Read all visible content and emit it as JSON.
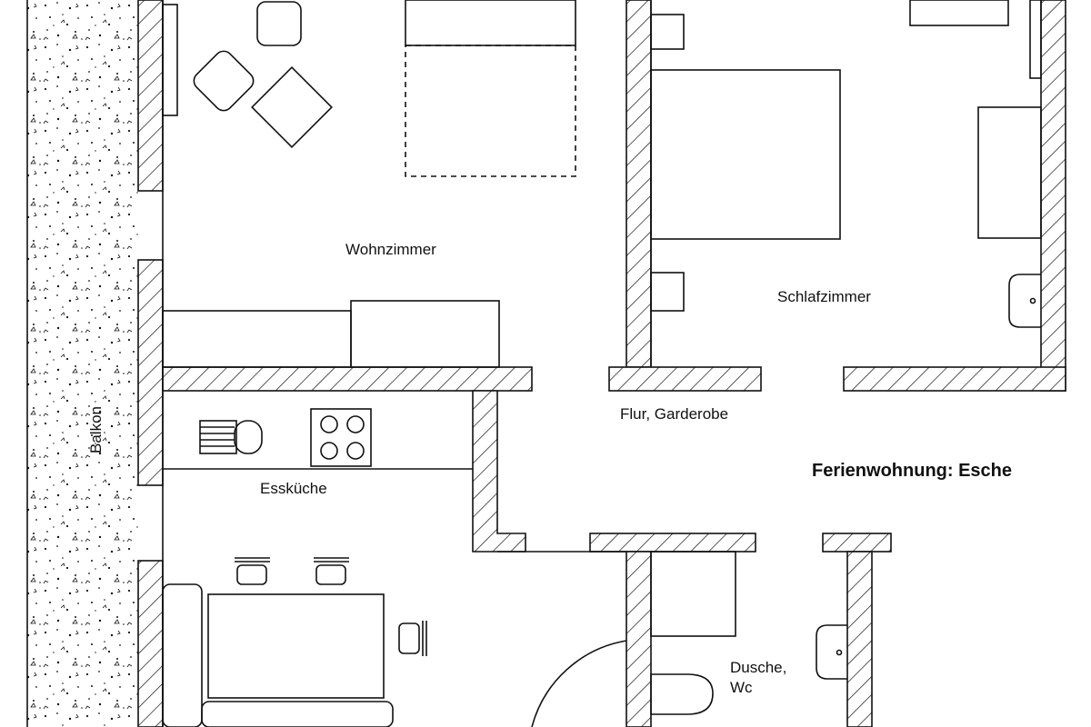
{
  "plan_title": "Ferienwohnung: Esche",
  "rooms": {
    "wohnzimmer": "Wohnzimmer",
    "schlafzimmer": "Schlafzimmer",
    "flur": "Flur, Garderobe",
    "esskueche": "Essküche",
    "dusche_line1": "Dusche,",
    "dusche_line2": "Wc",
    "balkon": "Balkon"
  }
}
